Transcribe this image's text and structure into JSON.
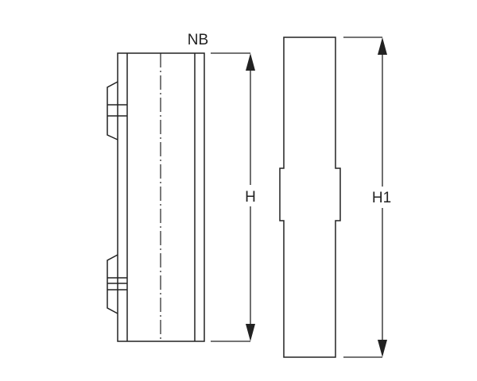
{
  "labels": {
    "nb": "NB",
    "h": "H",
    "h1": "H1"
  },
  "colors": {
    "line": "#222222",
    "background": "#ffffff"
  }
}
